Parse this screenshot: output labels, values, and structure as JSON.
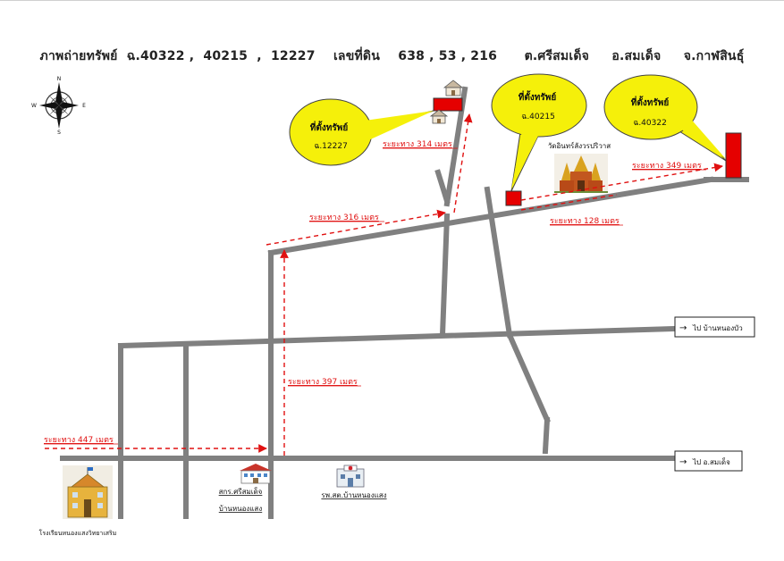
{
  "title": "ภาพถ่ายทรัพย์  ฉ.40322 ,  40215  ,  12227    เลขที่ดิน    638 , 53 , 216      ต.ศรีสมเด็จ     อ.สมเด็จ     จ.กาฬสินธุ์",
  "compass": {
    "n": "N",
    "s": "S",
    "e": "E",
    "w": "W"
  },
  "callouts": {
    "prop1": {
      "title": "ที่ตั้งทรัพย์",
      "deed": "ฉ.12227"
    },
    "prop2": {
      "title": "ที่ตั้งทรัพย์",
      "deed": "ฉ.40215"
    },
    "prop3": {
      "title": "ที่ตั้งทรัพย์",
      "deed": "ฉ.40322"
    }
  },
  "distances": {
    "d314": "ระยะทาง 314 เมตร",
    "d349": "ระยะทาง 349 เมตร",
    "d316": "ระยะทาง 316 เมตร",
    "d128": "ระยะทาง 128 เมตร",
    "d397": "ระยะทาง 397 เมตร",
    "d447": "ระยะทาง 447 เมตร"
  },
  "landmarks": {
    "temple": "วัดอินทร์ลังวรปริวาส",
    "school": "โรงเรียนหนองแสงวิทยาเสริม",
    "coop_line1": "สกร.ศรีสมเด็จ",
    "coop_line2": "บ้านหนองแสง",
    "hospital": "รพ.สต.บ้านหนองแสง"
  },
  "signs": {
    "nongbua": "ไป บ้านหนองบัว",
    "somdet": "ไป อ.สมเด็จ"
  },
  "colors": {
    "road": "#808080",
    "route": "#e01010",
    "callout": "#f5f00a",
    "marker": "#e50000"
  }
}
